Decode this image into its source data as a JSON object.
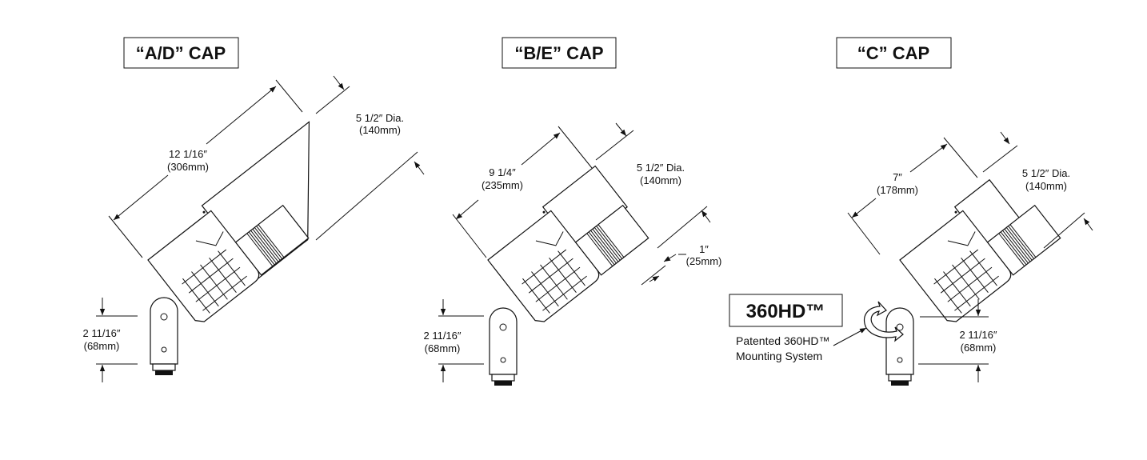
{
  "colors": {
    "line": "#111111",
    "background": "#ffffff"
  },
  "fixtures": [
    {
      "title": "“A/D” CAP",
      "length": "12 1/16″",
      "length_mm": "(306mm)",
      "diameter": "5 1/2″ Dia.",
      "diameter_mm": "(140mm)",
      "height": "2 11/16″",
      "height_mm": "(68mm)"
    },
    {
      "title": "“B/E” CAP",
      "length": "9 1/4″",
      "length_mm": "(235mm)",
      "diameter": "5 1/2″ Dia.",
      "diameter_mm": "(140mm)",
      "offset": "1″",
      "offset_mm": "(25mm)",
      "height": "2 11/16″",
      "height_mm": "(68mm)"
    },
    {
      "title": "“C” CAP",
      "length": "7″",
      "length_mm": "(178mm)",
      "diameter": "5 1/2″ Dia.",
      "diameter_mm": "(140mm)",
      "height": "2 11/16″",
      "height_mm": "(68mm)"
    }
  ],
  "mounting": {
    "badge": "360HD™",
    "caption_line1": "Patented 360HD™",
    "caption_line2": "Mounting System"
  }
}
